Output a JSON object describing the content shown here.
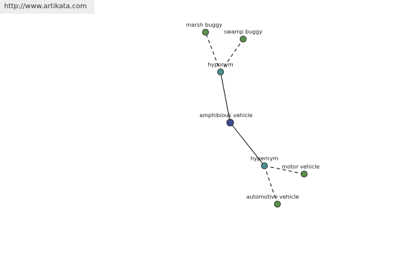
{
  "header": {
    "url": "http://www.artikata.com"
  },
  "colors": {
    "leaf_node": "#5a8f4a",
    "relation_node": "#4a8f8f",
    "center_node": "#3d4a8f",
    "edge": "#000000"
  },
  "nodes": [
    {
      "id": "center",
      "label": "amphibious vehicle",
      "kind": "center"
    },
    {
      "id": "hyponym",
      "label": "hyponym",
      "kind": "relation"
    },
    {
      "id": "hypernym",
      "label": "hypernym",
      "kind": "relation"
    },
    {
      "id": "marsh",
      "label": "marsh buggy",
      "kind": "leaf"
    },
    {
      "id": "swamp",
      "label": "swamp buggy",
      "kind": "leaf"
    },
    {
      "id": "motor",
      "label": "motor vehicle",
      "kind": "leaf"
    },
    {
      "id": "auto",
      "label": "automotive vehicle",
      "kind": "leaf"
    }
  ],
  "edges": [
    {
      "from": "center",
      "to": "hyponym",
      "style": "solid"
    },
    {
      "from": "center",
      "to": "hypernym",
      "style": "solid"
    },
    {
      "from": "hyponym",
      "to": "marsh",
      "style": "dashed"
    },
    {
      "from": "hyponym",
      "to": "swamp",
      "style": "dashed"
    },
    {
      "from": "hypernym",
      "to": "motor",
      "style": "dashed"
    },
    {
      "from": "hypernym",
      "to": "auto",
      "style": "dashed"
    }
  ]
}
